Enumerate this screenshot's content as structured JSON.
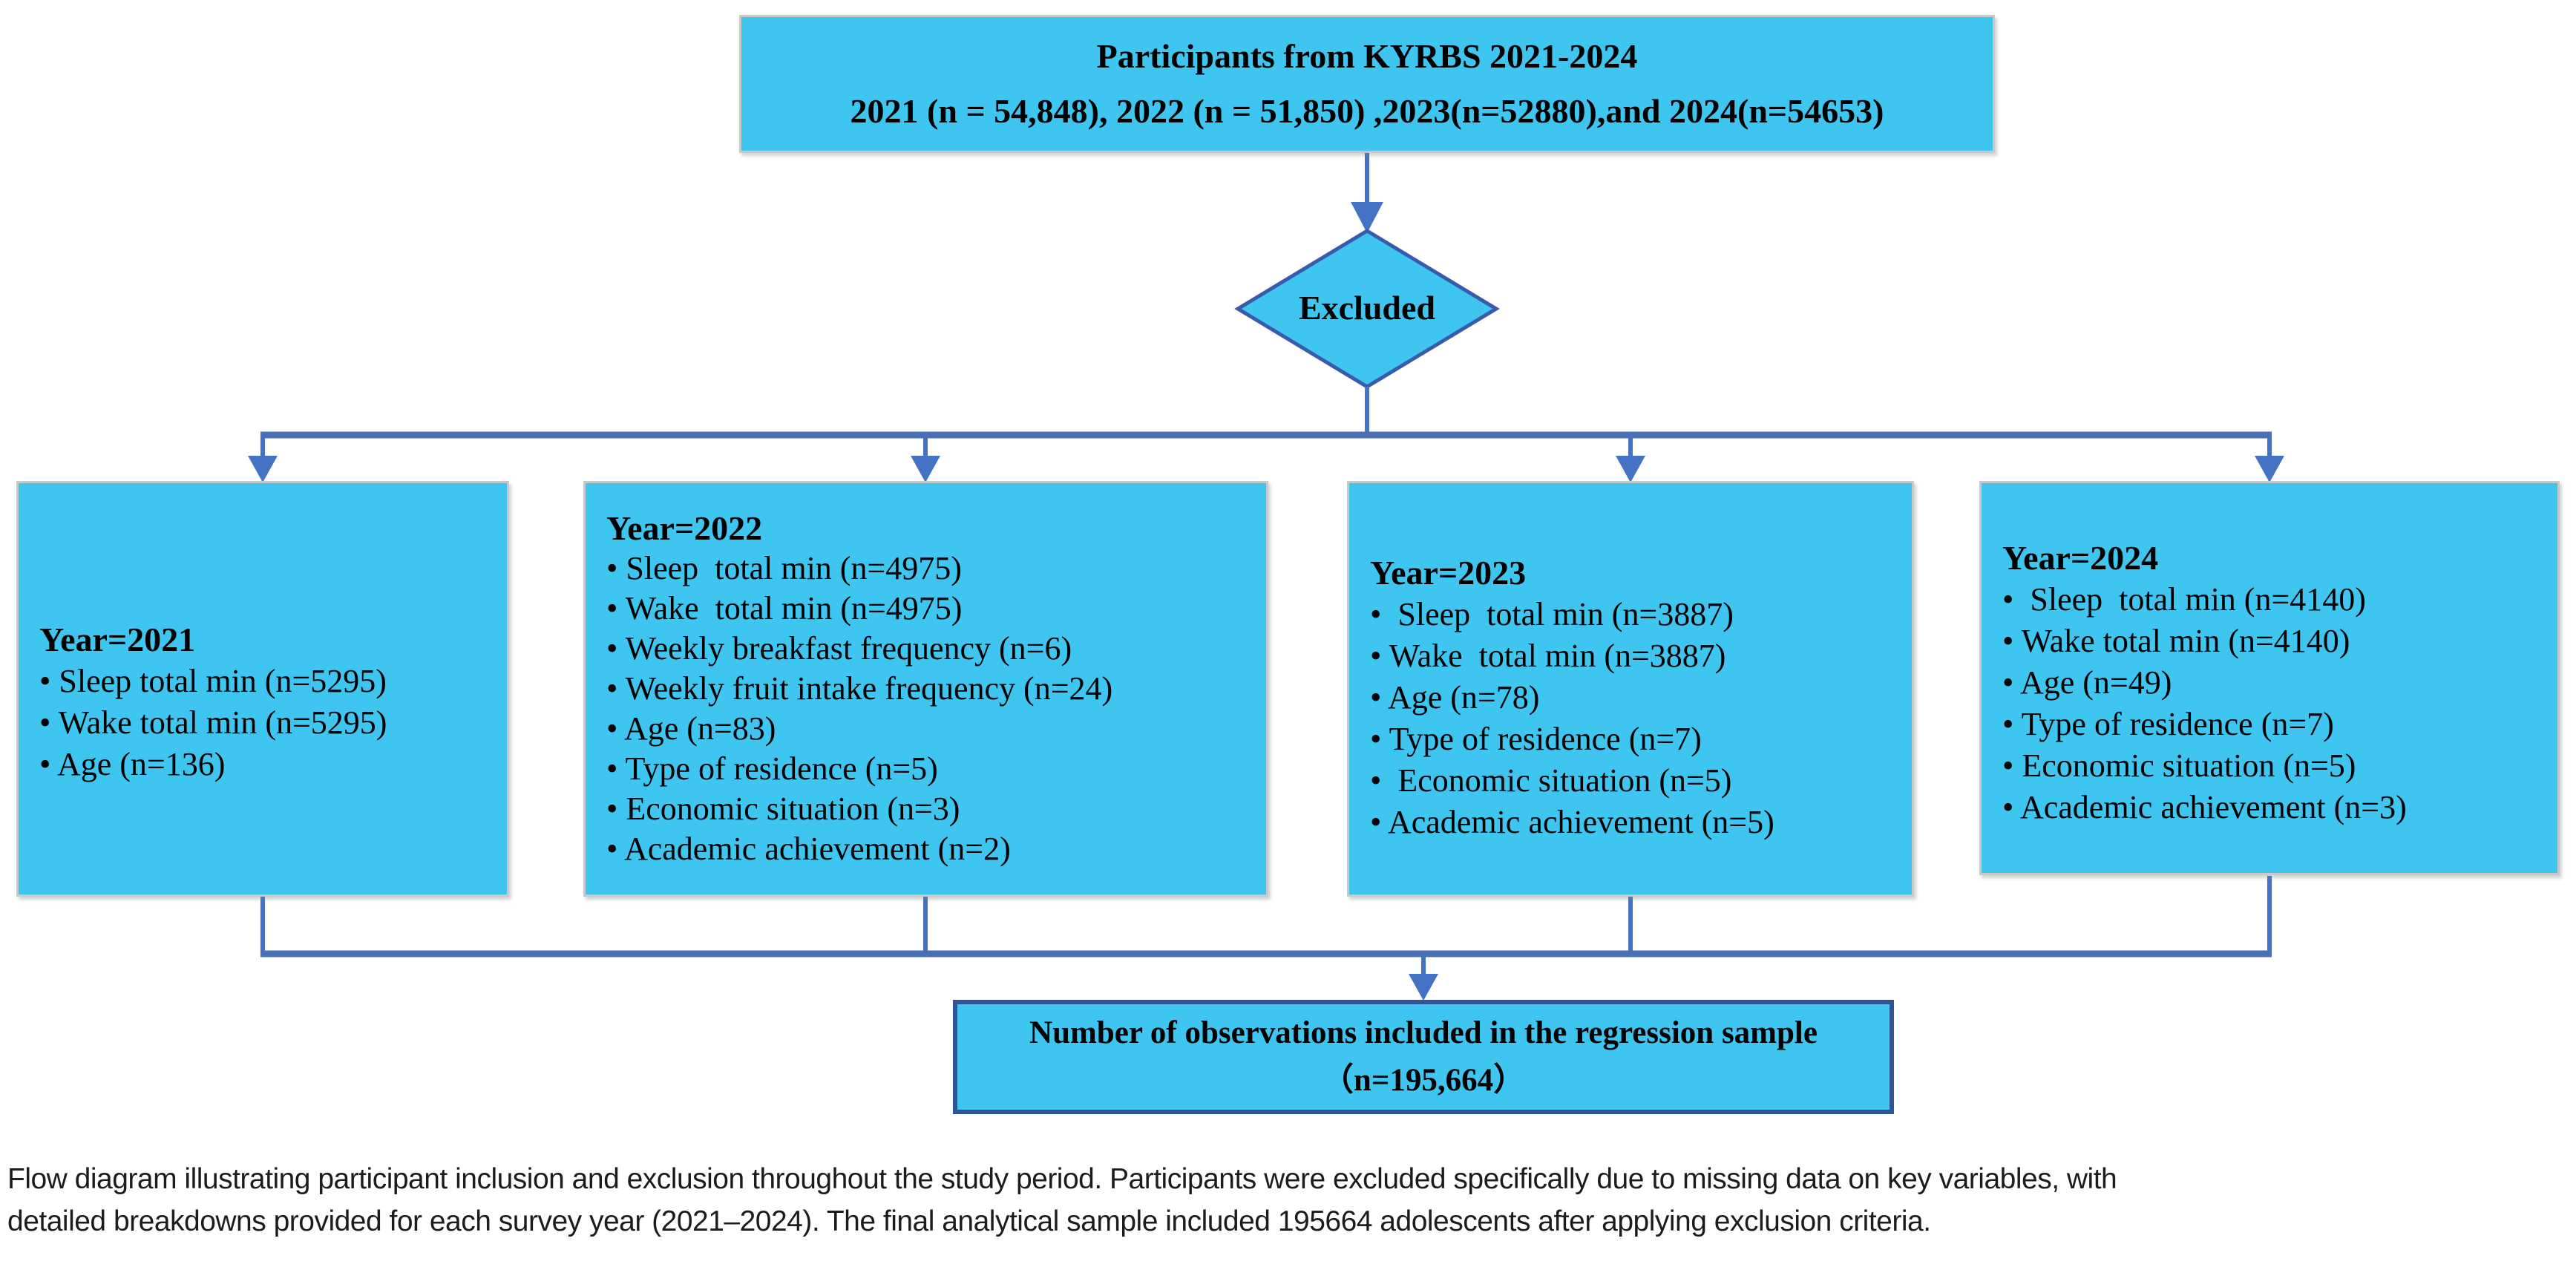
{
  "diagram": {
    "top_box": {
      "line1": "Participants from KYRBS 2021-2024",
      "line2": "2021 (n = 54,848), 2022 (n = 51,850) ,2023(n=52880),and 2024(n=54653)"
    },
    "decision": {
      "label": "Excluded"
    },
    "year_boxes": [
      {
        "title": "Year=2021",
        "items": [
          "• Sleep total min (n=5295)",
          "• Wake total min (n=5295)",
          "• Age (n=136)"
        ]
      },
      {
        "title": "Year=2022",
        "items": [
          "• Sleep  total min (n=4975)",
          "• Wake  total min (n=4975)",
          "• Weekly breakfast frequency (n=6)",
          "• Weekly fruit intake frequency (n=24)",
          "• Age (n=83)",
          "• Type of residence (n=5)",
          "• Economic situation (n=3)",
          "• Academic achievement (n=2)"
        ]
      },
      {
        "title": "Year=2023",
        "items": [
          "•  Sleep  total min (n=3887)",
          "• Wake  total min (n=3887)",
          "• Age (n=78)",
          "• Type of residence (n=7)",
          "•  Economic situation (n=5)",
          "• Academic achievement (n=5)"
        ]
      },
      {
        "title": "Year=2024",
        "items": [
          "•  Sleep  total min (n=4140)",
          "• Wake total min (n=4140)",
          "• Age (n=49)",
          "• Type of residence (n=7)",
          "• Economic situation (n=5)",
          "• Academic achievement (n=3)"
        ]
      }
    ],
    "final_box": {
      "line1": "Number of observations included in the regression sample",
      "line2": "（n=195,664）"
    }
  },
  "caption": {
    "line1": "Flow diagram illustrating participant inclusion and exclusion throughout the study period. Participants were excluded specifically due to missing data on key variables, with",
    "line2": "detailed breakdowns provided for each survey year (2021–2024). The final analytical sample included 195664 adolescents after applying exclusion criteria."
  },
  "colors": {
    "box_fill": "#3EC5F0",
    "connector_blue": "#4472C4",
    "branch_line_blue": "#4A6FB5",
    "diamond_border": "#3A5BA9",
    "final_box_border": "#2F5597",
    "box_border_gray": "#C9C9C9",
    "text_black": "#000000"
  }
}
